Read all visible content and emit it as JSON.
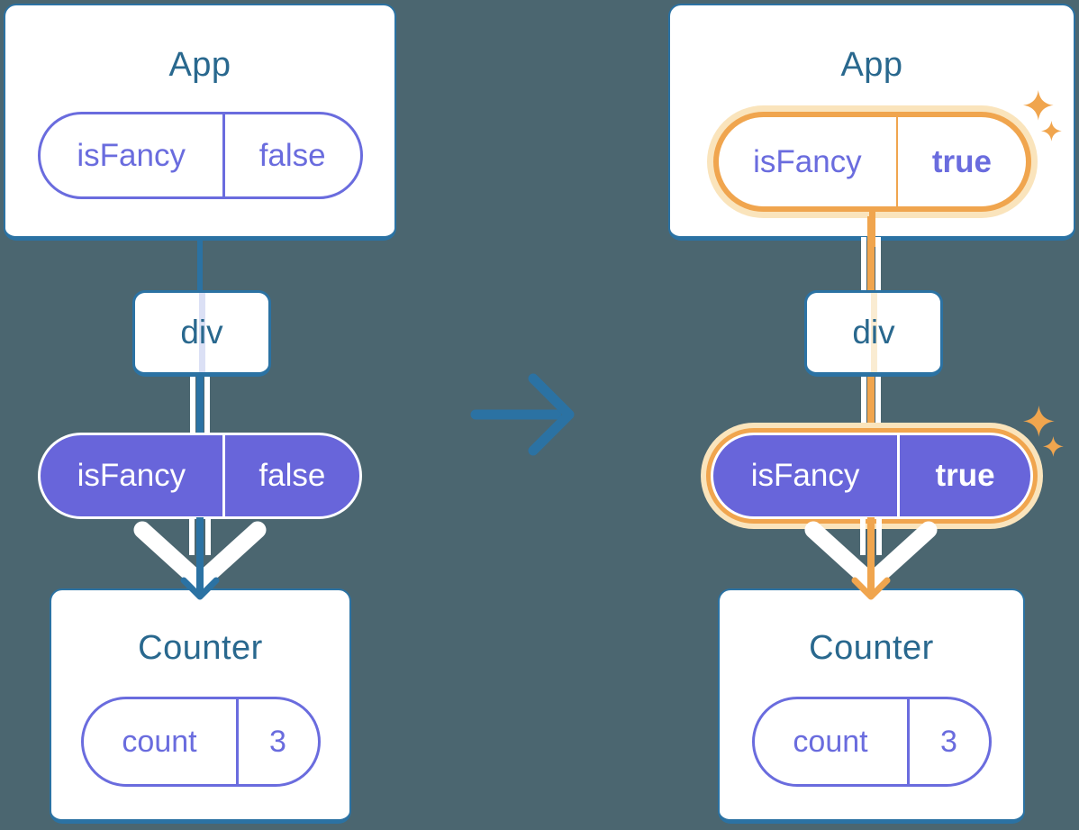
{
  "colors": {
    "bg": "#4b6670",
    "line": "#2b72a3",
    "title": "#29688e",
    "purple": "#6a6cde",
    "purple-fill": "#6865da",
    "purple-faded": "#dbe0f5",
    "orange": "#f0a54e",
    "orange-pale": "#fae4bc",
    "orange-faded": "#faecd2",
    "white": "#ffffff"
  },
  "icons": {
    "sparkle": "four-point-star",
    "transition_arrow": "right-arrow",
    "flow_arrow": "down-chevron-arrow"
  },
  "before": {
    "app_title": "App",
    "app_state_name": "isFancy",
    "app_state_value": "false",
    "div_label": "div",
    "prop_name": "isFancy",
    "prop_value": "false",
    "counter_title": "Counter",
    "counter_state_name": "count",
    "counter_state_value": "3"
  },
  "after": {
    "app_title": "App",
    "app_state_name": "isFancy",
    "app_state_value": "true",
    "div_label": "div",
    "prop_name": "isFancy",
    "prop_value": "true",
    "counter_title": "Counter",
    "counter_state_name": "count",
    "counter_state_value": "3"
  }
}
